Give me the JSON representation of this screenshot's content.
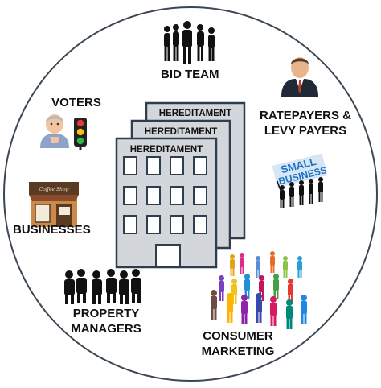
{
  "diagram": {
    "stakeholders": {
      "bid_team": "BID TEAM",
      "voters": "VOTERS",
      "ratepayers_line1": "RATEPAYERS &",
      "ratepayers_line2": "LEVY PAYERS",
      "businesses": "BUSINESSES",
      "property_line1": "PROPERTY",
      "property_line2": "MANAGERS",
      "consumer_line1": "CONSUMER",
      "consumer_line2": "MARKETING"
    },
    "buildings": {
      "back": "HEREDITAMENT",
      "middle": "HEREDITAMENT",
      "front": "HEREDITAMENT"
    },
    "sign": {
      "small_line1": "SMALL",
      "small_line2": "BUSINESS"
    },
    "colors": {
      "building_fill": "#d3d6db",
      "building_stroke": "#2f3e4e",
      "window_fill": "#ffffff",
      "sign_blue": "#1e72c4",
      "circle_stroke": "#3b4753"
    },
    "icons": [
      "team-silhouettes-icon",
      "businessman-icon",
      "voter-person-icon",
      "traffic-light-icon",
      "shop-icon",
      "small-business-sign-icon",
      "managers-silhouettes-icon",
      "colorful-crowd-icon"
    ]
  }
}
